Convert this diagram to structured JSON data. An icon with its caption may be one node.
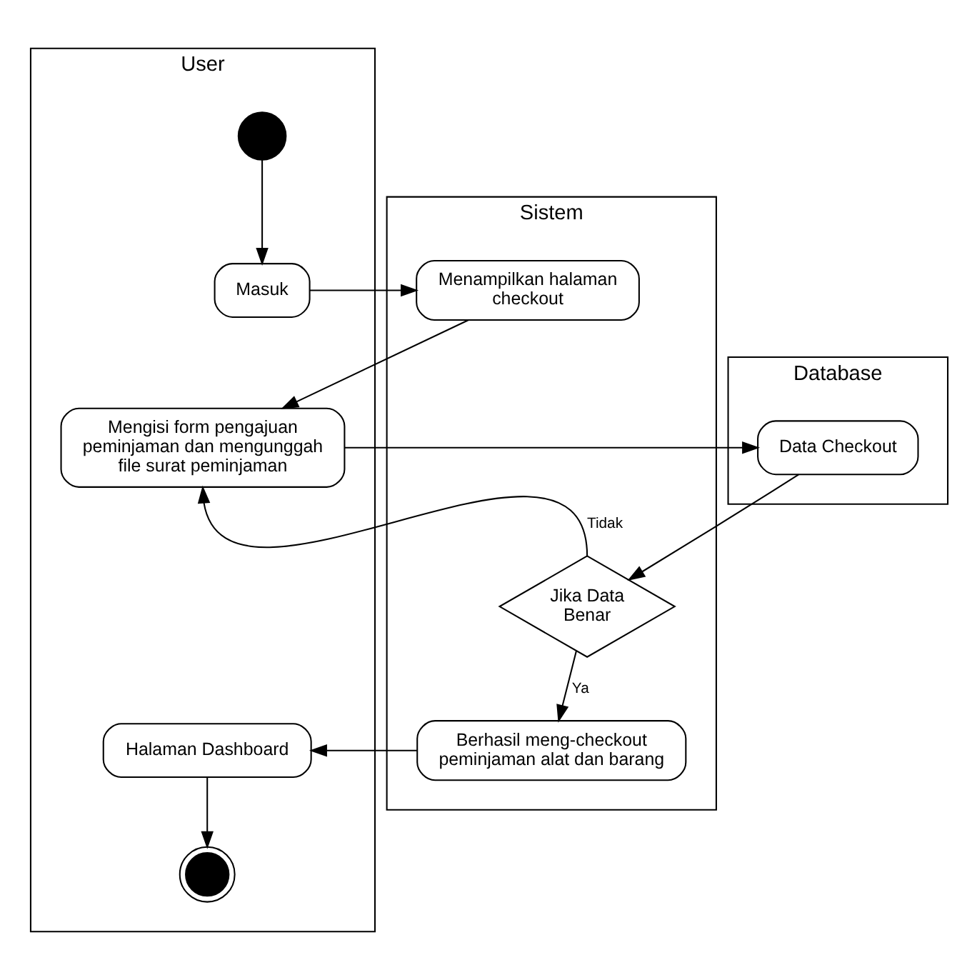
{
  "diagram": {
    "nodes": [
      {
        "text": [
          "User"
        ]
      },
      {
        "text": [
          "Sistem"
        ]
      },
      {
        "text": [
          "Database"
        ]
      },
      {
        "text": [],
        "shape": "circle",
        "in": 0
      },
      {
        "text": [
          "Masuk"
        ],
        "in": 0
      },
      {
        "text": [
          "Menampilkan halaman checkout"
        ],
        "in": 1
      },
      {
        "text": [
          "Mengisi form pengajuan peminjaman dan mengunggah file surat peminjaman"
        ],
        "in": 0
      },
      {
        "text": [
          "Data Checkout"
        ],
        "in": 2
      },
      {
        "text": [
          "Jika Data Benar"
        ],
        "in": 1
      },
      {
        "text": [
          "Berhasil meng-checkout peminjaman alat dan barang"
        ],
        "in": 1
      },
      {
        "text": [
          "Halaman Dashboard"
        ],
        "in": 0
      },
      {
        "text": [],
        "shape": "circle",
        "in": 0
      }
    ],
    "edges": [
      {
        "from": 3,
        "to": 4,
        "arrow": "to"
      },
      {
        "from": 4,
        "to": 5,
        "arrow": "to"
      },
      {
        "from": 5,
        "to": 6,
        "arrow": "to"
      },
      {
        "from": 6,
        "to": 7,
        "arrow": "to"
      },
      {
        "from": 7,
        "to": 8,
        "arrow": "to"
      },
      {
        "from": 8,
        "to": 6,
        "arrow": "to",
        "label": "Tidak"
      },
      {
        "from": 8,
        "to": 9,
        "arrow": "to",
        "label": "Ya"
      },
      {
        "from": 9,
        "to": 10,
        "arrow": "to"
      },
      {
        "from": 10,
        "to": 11,
        "arrow": "to"
      }
    ]
  }
}
